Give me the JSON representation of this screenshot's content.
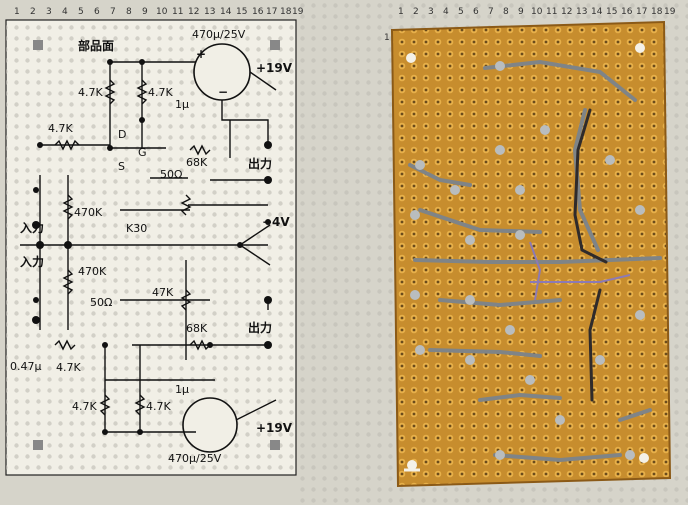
{
  "left_panel": {
    "title": "部品面",
    "cap_top": "470μ/25V",
    "cap_bottom": "470μ/25V",
    "supply_pos": "+19V",
    "supply_pos_bottom": "+19V",
    "supply_neg": "−4V",
    "res_47k_a": "4.7K",
    "res_47k_b": "4.7K",
    "res_47k_c": "4.7K",
    "res_47k_d": "4.7K",
    "res_47k_e": "4.7K",
    "res_47k_f": "4.7K",
    "res_470k_a": "470K",
    "res_470k_b": "470K",
    "res_68k_a": "68K",
    "res_68k_b": "68K",
    "res_47k_big": "47K",
    "pot_a": "50Ω",
    "pot_b": "50Ω",
    "cap_1u_a": "1μ",
    "cap_1u_b": "1μ",
    "cap_047": "0.47μ",
    "fet": "K30",
    "input_a": "入力",
    "input_b": "入力",
    "output_a": "出力",
    "output_b": "出力",
    "pin_d": "D",
    "pin_g": "G",
    "pin_s": "S",
    "plus": "+",
    "minus": "−"
  },
  "grid_numbers": [
    "1",
    "2",
    "3",
    "4",
    "5",
    "6",
    "7",
    "8",
    "9",
    "10",
    "11",
    "12",
    "13",
    "14",
    "15",
    "16",
    "17",
    "18",
    "19"
  ],
  "right_panel": {
    "label": "1"
  }
}
